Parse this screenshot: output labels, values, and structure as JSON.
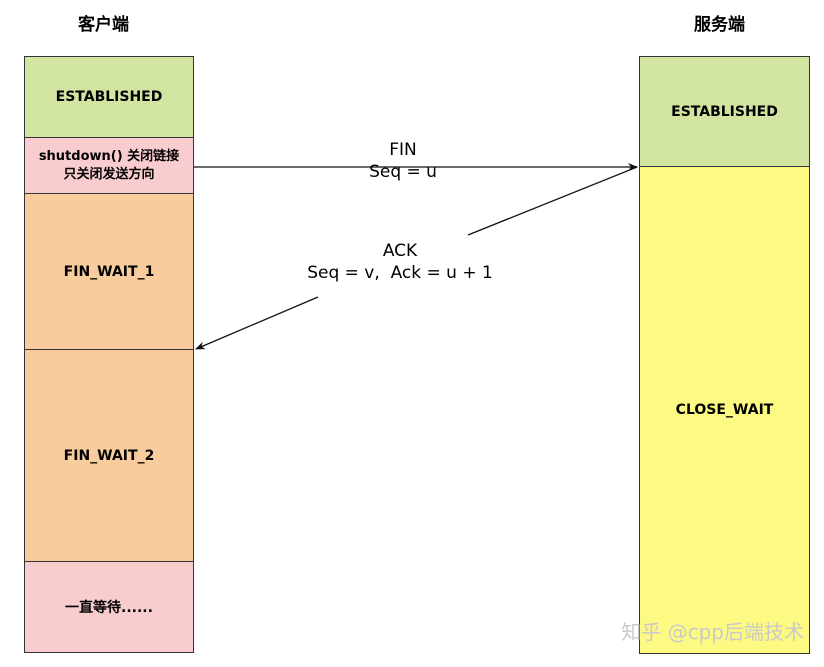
{
  "client": {
    "title": "客户端",
    "states": {
      "established": "ESTABLISHED",
      "shutdown_line1": "shutdown() 关闭链接",
      "shutdown_line2": "只关闭发送方向",
      "fin_wait_1": "FIN_WAIT_1",
      "fin_wait_2": "FIN_WAIT_2",
      "waiting": "一直等待......"
    }
  },
  "server": {
    "title": "服务端",
    "states": {
      "established": "ESTABLISHED",
      "close_wait": "CLOSE_WAIT"
    }
  },
  "messages": {
    "fin": {
      "line1": "FIN",
      "line2": "Seq = u"
    },
    "ack": {
      "line1": "ACK",
      "line2": "Seq = v,  Ack = u + 1"
    }
  },
  "watermark": "知乎 @cpp后端技术",
  "colors": {
    "established": "#d1e5a0",
    "shutdown": "#f9cdd0",
    "fin_wait": "#f9cc9d",
    "waiting": "#f9cdd0",
    "close_wait": "#fdfa84",
    "arrow": "#111111"
  }
}
